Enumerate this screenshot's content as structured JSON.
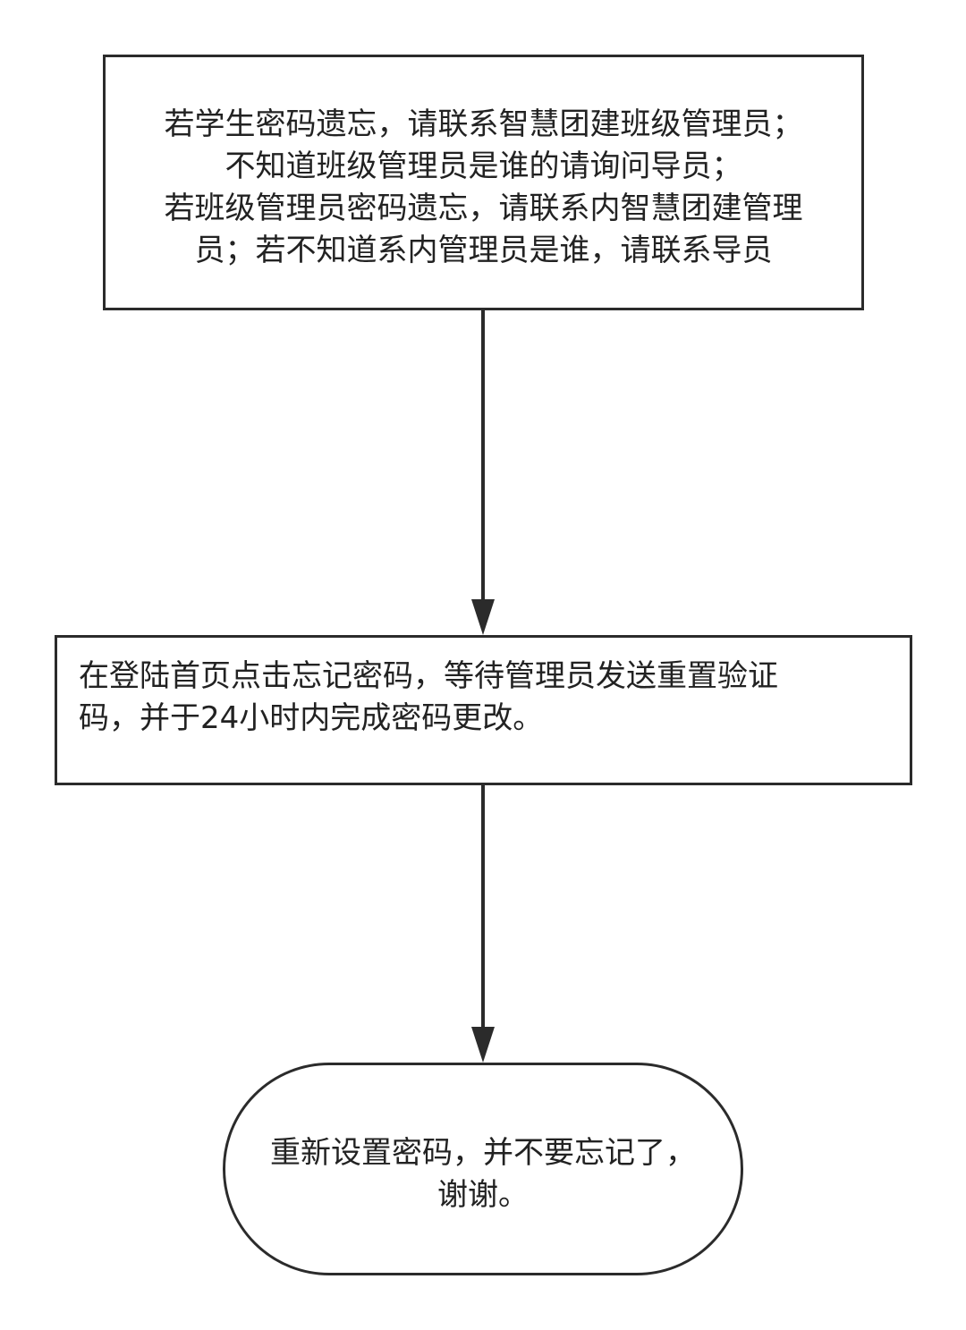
{
  "flowchart": {
    "steps": [
      {
        "lines": [
          "若学生密码遗忘，请联系智慧团建班级管理员；",
          "不知道班级管理员是谁的请询问导员；",
          "若班级管理员密码遗忘，请联系内智慧团建管理",
          "员；若不知道系内管理员是谁，请联系导员"
        ]
      },
      {
        "lines": [
          "在登陆首页点击忘记密码，等待管理员发送重置验证",
          "码，并于24小时内完成密码更改。"
        ]
      },
      {
        "lines": [
          "重新设置密码，并不要忘记了，",
          "谢谢。"
        ]
      }
    ],
    "colors": {
      "stroke": "#2b2b2b",
      "text": "#222222",
      "background": "#ffffff"
    }
  }
}
